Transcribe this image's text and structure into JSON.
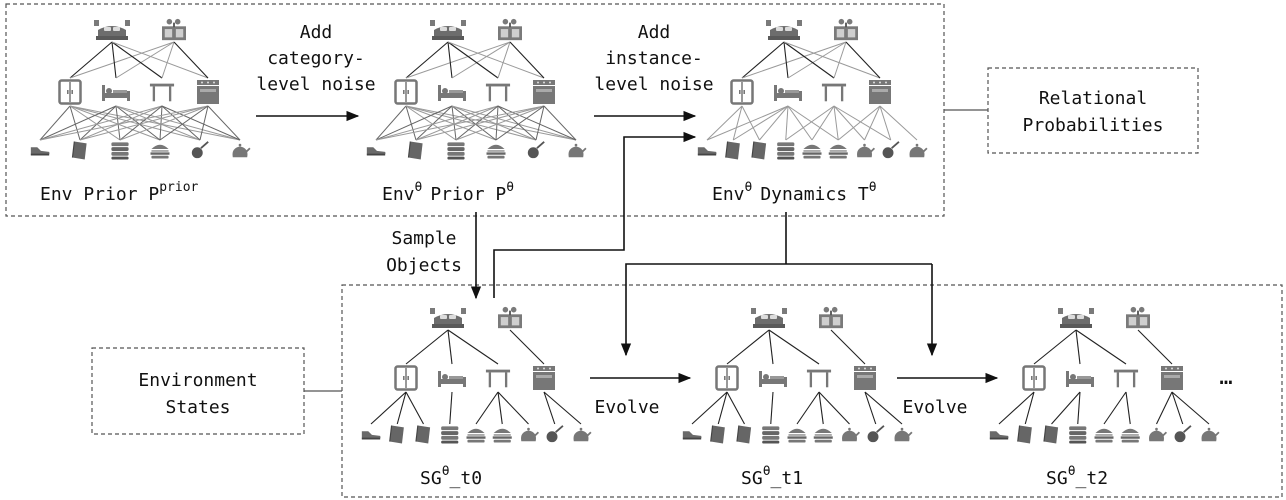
{
  "labels": {
    "env_prior": "Env Prior P",
    "env_prior_sup": "prior",
    "env0_prior_a": "Env",
    "env0_prior_b": "Prior P",
    "env0_dyn_a": "Env",
    "env0_dyn_b": "Dynamics T",
    "sup0": "θ",
    "add_cat_1": "Add",
    "add_cat_2": "category-",
    "add_cat_3": "level noise",
    "add_inst_1": "Add",
    "add_inst_2": "instance-",
    "add_inst_3": "level noise",
    "relational_1": "Relational",
    "relational_2": "Probabilities",
    "sample_1": "Sample",
    "sample_2": "Objects",
    "env_states_1": "Environment",
    "env_states_2": "States",
    "evolve": "Evolve",
    "sg_prefix": "SG",
    "sg_t0": "_t0",
    "sg_t1": "_t1",
    "sg_t2": "_t2",
    "ellipsis": "…"
  },
  "icons": {
    "rooms": [
      "bedroom-icon",
      "kitchen-icon"
    ],
    "furniture": [
      "wardrobe-icon",
      "bed-icon",
      "table-icon",
      "stove-icon"
    ],
    "objects": [
      "shoe-icon",
      "book-icon",
      "book-icon",
      "towel-stack-icon",
      "burger-icon",
      "pan-icon",
      "kettle-icon"
    ]
  }
}
